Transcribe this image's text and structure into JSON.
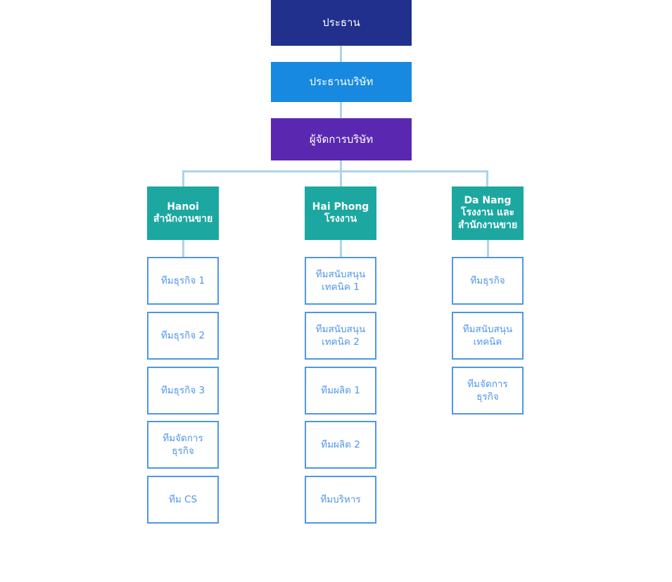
{
  "colors": {
    "chairman_bg": "#20308c",
    "president_bg": "#1789e0",
    "manager_bg": "#5a28b0",
    "branch_bg": "#1ca8a0",
    "leaf_border": "#4f96e8",
    "leaf_text": "#4f96e8",
    "connector": "#aed4e8",
    "node_text": "#ffffff",
    "page_bg": "#ffffff"
  },
  "chart_data": {
    "type": "diagram",
    "diagram_type": "organizational-chart",
    "orientation": "top-down",
    "levels": 3,
    "title": "",
    "executives": [
      {
        "id": "chairman",
        "label": "ประธาน",
        "level": 1,
        "color": "#20308c"
      },
      {
        "id": "president",
        "label": "ประธานบริษัท",
        "level": 2,
        "color": "#1789e0"
      },
      {
        "id": "manager",
        "label": "ผู้จัดการบริษัท",
        "level": 3,
        "color": "#5a28b0"
      }
    ],
    "branches": [
      {
        "id": "hanoi",
        "title": "Hanoi",
        "subtitle": "สำนักงานขาย",
        "color": "#1ca8a0",
        "teams": [
          "ทีมธุรกิจ 1",
          "ทีมธุรกิจ 2",
          "ทีมธุรกิจ 3",
          "ทีมจัดการ\nธุรกิจ",
          "ทีม CS"
        ]
      },
      {
        "id": "hai-phong",
        "title": "Hai Phong",
        "subtitle": "โรงงาน",
        "color": "#1ca8a0",
        "teams": [
          "ทีมสนับสนุน\nเทคนิค 1",
          "ทีมสนับสนุน\nเทคนิค 2",
          "ทีมผลิต 1",
          "ทีมผลิต 2",
          "ทีมบริหาร"
        ]
      },
      {
        "id": "da-nang",
        "title": "Da Nang",
        "subtitle": "โรงงาน และ\nสำนักงานขาย",
        "color": "#1ca8a0",
        "teams": [
          "ทีมธุรกิจ",
          "ทีมสนับสนุน\nเทคนิค",
          "ทีมจัดการ\nธุรกิจ"
        ]
      }
    ]
  },
  "nodes": {
    "chairman": {
      "label": "ประธาน"
    },
    "president": {
      "label": "ประธานบริษัท"
    },
    "manager": {
      "label": "ผู้จัดการบริษัท"
    },
    "hanoi": {
      "title": "Hanoi",
      "subtitle": "สำนักงานขาย"
    },
    "hai_phong": {
      "title": "Hai Phong",
      "subtitle": "โรงงาน"
    },
    "da_nang": {
      "title": "Da Nang",
      "subtitle_line1": "โรงงาน และ",
      "subtitle_line2": "สำนักงานขาย"
    }
  },
  "hanoi_teams": {
    "t1": "ทีมธุรกิจ 1",
    "t2": "ทีมธุรกิจ 2",
    "t3": "ทีมธุรกิจ 3",
    "t4_line1": "ทีมจัดการ",
    "t4_line2": "ธุรกิจ",
    "t5": "ทีม CS"
  },
  "haiphong_teams": {
    "t1_line1": "ทีมสนับสนุน",
    "t1_line2": "เทคนิค 1",
    "t2_line1": "ทีมสนับสนุน",
    "t2_line2": "เทคนิค 2",
    "t3": "ทีมผลิต 1",
    "t4": "ทีมผลิต 2",
    "t5": "ทีมบริหาร"
  },
  "danang_teams": {
    "t1": "ทีมธุรกิจ",
    "t2_line1": "ทีมสนับสนุน",
    "t2_line2": "เทคนิค",
    "t3_line1": "ทีมจัดการ",
    "t3_line2": "ธุรกิจ"
  }
}
